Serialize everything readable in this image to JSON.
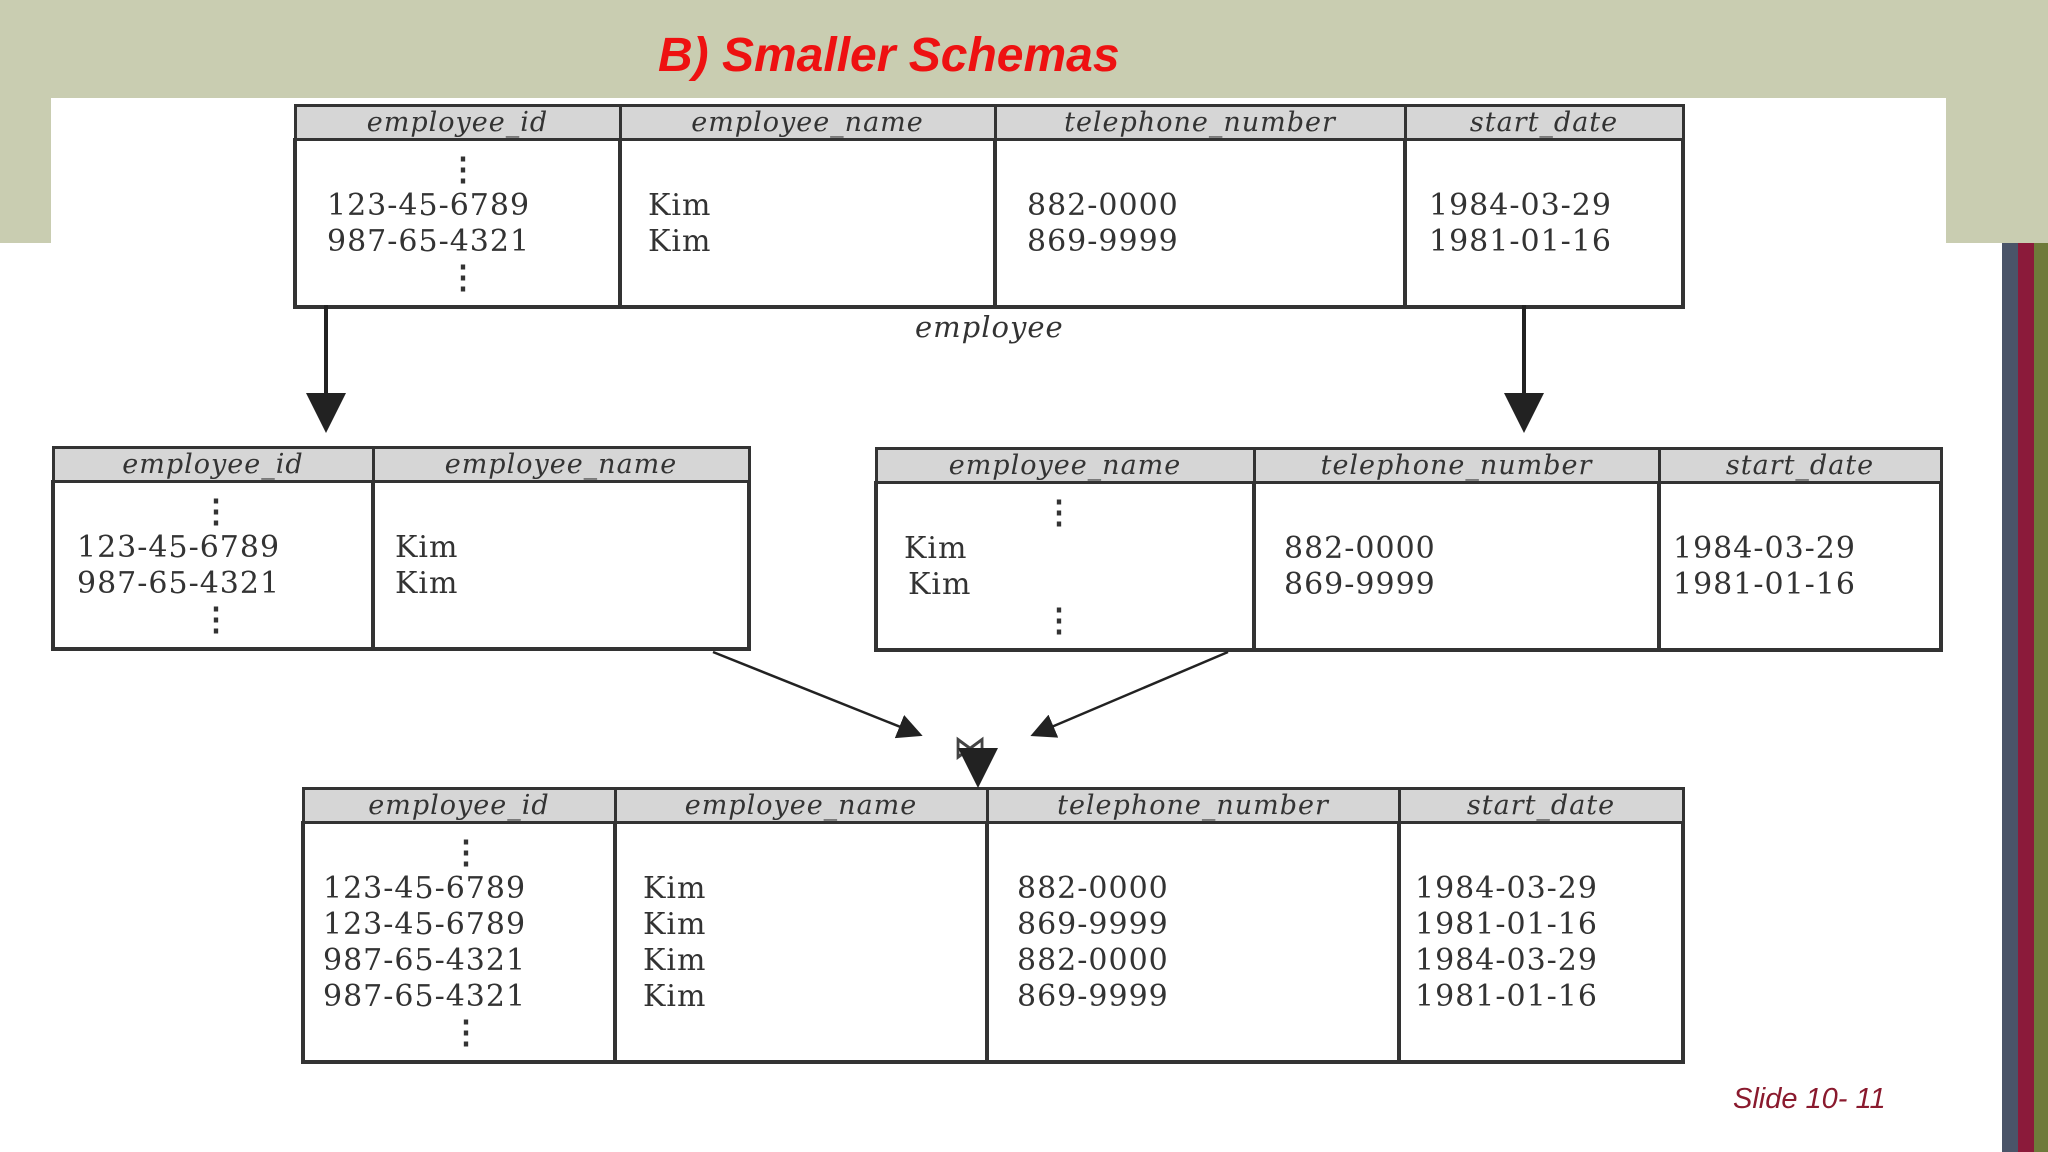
{
  "slide": {
    "title": "B) Smaller Schemas",
    "slide_number": "Slide 10- 11"
  },
  "employee": {
    "caption": "employee",
    "headers": [
      "employee_id",
      "employee_name",
      "telephone_number",
      "start_date"
    ],
    "dots": "⋮",
    "rows": [
      [
        "123-45-6789",
        "Kim",
        "882-0000",
        "1984-03-29"
      ],
      [
        "987-65-4321",
        "Kim",
        "869-9999",
        "1981-01-16"
      ]
    ]
  },
  "left_decomposition": {
    "headers": [
      "employee_id",
      "employee_name"
    ],
    "dots": "⋮",
    "rows": [
      [
        "123-45-6789",
        "Kim"
      ],
      [
        "987-65-4321",
        "Kim"
      ]
    ]
  },
  "right_decomposition": {
    "headers": [
      "employee_name",
      "telephone_number",
      "start_date"
    ],
    "dots": "⋮",
    "rows": [
      [
        "Kim",
        "882-0000",
        "1984-03-29"
      ],
      [
        "Kim",
        "869-9999",
        "1981-01-16"
      ]
    ]
  },
  "join": {
    "symbol": "⋈"
  },
  "join_result": {
    "headers": [
      "employee_id",
      "employee_name",
      "telephone_number",
      "start_date"
    ],
    "dots": "⋮",
    "rows": [
      [
        "123-45-6789",
        "Kim",
        "882-0000",
        "1984-03-29"
      ],
      [
        "123-45-6789",
        "Kim",
        "869-9999",
        "1981-01-16"
      ],
      [
        "987-65-4321",
        "Kim",
        "882-0000",
        "1984-03-29"
      ],
      [
        "987-65-4321",
        "Kim",
        "869-9999",
        "1981-01-16"
      ]
    ]
  },
  "colors": {
    "band": "#c9cdb1",
    "title": "#ee1111",
    "stripe_slate": "#4a5468",
    "stripe_maroon": "#8b1a3a",
    "stripe_olive": "#6e7a3a"
  }
}
